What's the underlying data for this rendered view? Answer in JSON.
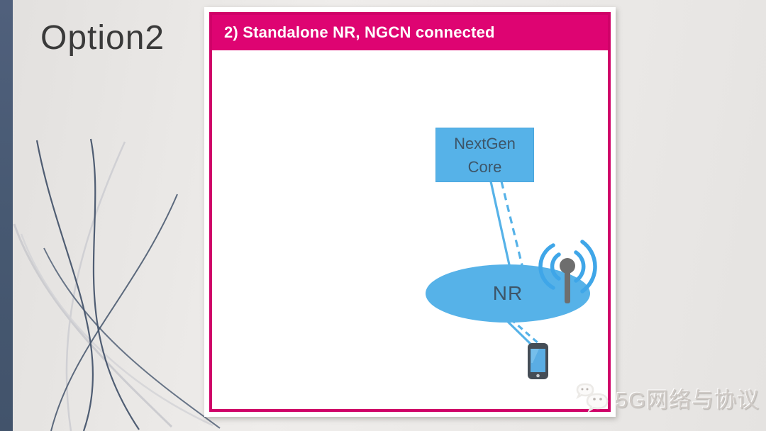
{
  "slide": {
    "title": "Option2",
    "background_color": "#ECEAE8",
    "accent_bar_color": "#475972"
  },
  "panel": {
    "header_label": "2) Standalone NR, NGCN connected",
    "header_color": "#DE0472",
    "border_color": "#CF0268"
  },
  "diagram": {
    "core_box": {
      "line1": "NextGen",
      "line2": "Core",
      "fill": "#56B2E8"
    },
    "nr_node": {
      "label": "NR",
      "fill": "#56B2E8"
    },
    "link_color": "#56B2E8",
    "links": [
      {
        "from": "NextGen Core",
        "to": "NR",
        "style": "solid"
      },
      {
        "from": "NextGen Core",
        "to": "NR",
        "style": "dashed"
      },
      {
        "from": "NR",
        "to": "smartphone",
        "style": "solid"
      },
      {
        "from": "NR",
        "to": "smartphone",
        "style": "dashed"
      }
    ],
    "icons": [
      "antenna-icon",
      "radio-waves-icon",
      "smartphone-icon"
    ]
  },
  "watermark": {
    "text": "5G网络与协议",
    "icon": "wechat-icon"
  }
}
